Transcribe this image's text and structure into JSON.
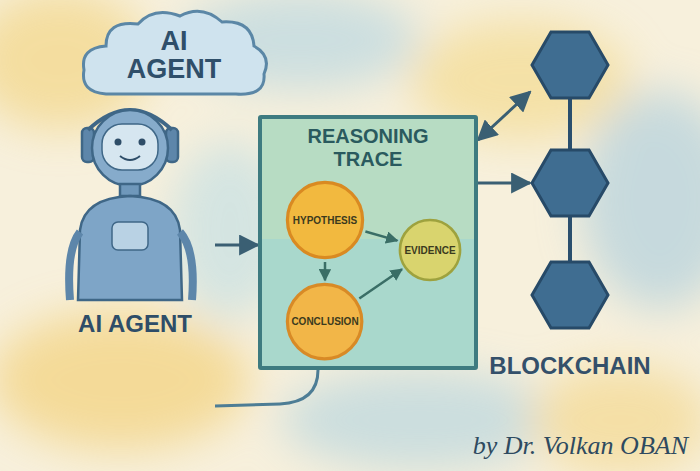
{
  "diagram": {
    "nodes": [
      {
        "text": [
          "AI AGENT"
        ]
      },
      {
        "text": [
          "AI AGENT"
        ]
      },
      {
        "text": [
          "REASONING TRACE"
        ]
      },
      {
        "text": [
          "HYPOTHESIS"
        ],
        "in": 2
      },
      {
        "text": [
          "EVIDENCE"
        ],
        "in": 2
      },
      {
        "text": [
          "CONCLUSION"
        ],
        "in": 2
      },
      {
        "text": [
          "BLOCKCHAIN"
        ]
      }
    ],
    "edges": [
      {
        "from": 1,
        "to": 2,
        "arrow": "to"
      },
      {
        "from": 3,
        "to": 4,
        "arrow": "to"
      },
      {
        "from": 3,
        "to": 5,
        "arrow": "to"
      },
      {
        "from": 5,
        "to": 4,
        "arrow": "to"
      },
      {
        "from": 2,
        "to": 6,
        "arrow": "to"
      },
      {
        "from": 2,
        "to": 6,
        "arrow": "both"
      }
    ],
    "labels": [
      "by Dr. Volkan OBAN"
    ]
  }
}
